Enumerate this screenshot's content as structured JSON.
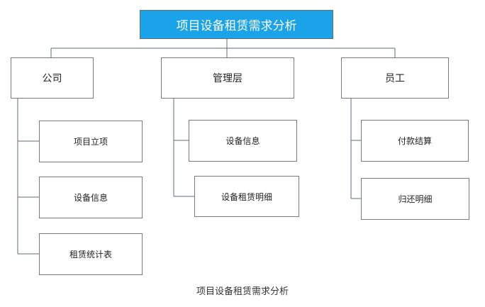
{
  "diagram": {
    "root": {
      "label": "项目设备租赁需求分析"
    },
    "branches": [
      {
        "label": "公司",
        "children": [
          "项目立项",
          "设备信息",
          "租赁统计表"
        ]
      },
      {
        "label": "管理层",
        "children": [
          "设备信息",
          "设备租赁明细"
        ]
      },
      {
        "label": "员工",
        "children": [
          "付款结算",
          "归还明细"
        ]
      }
    ],
    "caption": "项目设备租赁需求分析"
  }
}
